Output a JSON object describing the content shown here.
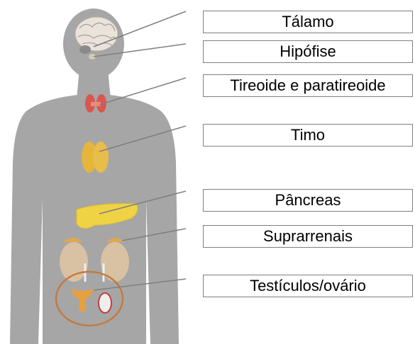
{
  "labels": [
    {
      "id": "thalamus",
      "text": "Tálamo"
    },
    {
      "id": "pituitary",
      "text": "Hipófise"
    },
    {
      "id": "thyroid",
      "text": "Tireoide e paratireoide"
    },
    {
      "id": "thymus",
      "text": "Timo"
    },
    {
      "id": "pancreas",
      "text": "Pâncreas"
    },
    {
      "id": "adrenals",
      "text": "Suprarrenais"
    },
    {
      "id": "gonads",
      "text": "Testículos/ovário"
    }
  ],
  "colors": {
    "body_silhouette": "#a6a6a6",
    "leader_line": "#7f7f7f",
    "label_border": "#7f7f7f",
    "gonad_circle": "#c5793f",
    "brain": "#e9e3dc",
    "thyroid": "#d9574f",
    "thymus": "#e6b53c",
    "pancreas": "#f0d245",
    "kidney": "#d9c1a3"
  }
}
